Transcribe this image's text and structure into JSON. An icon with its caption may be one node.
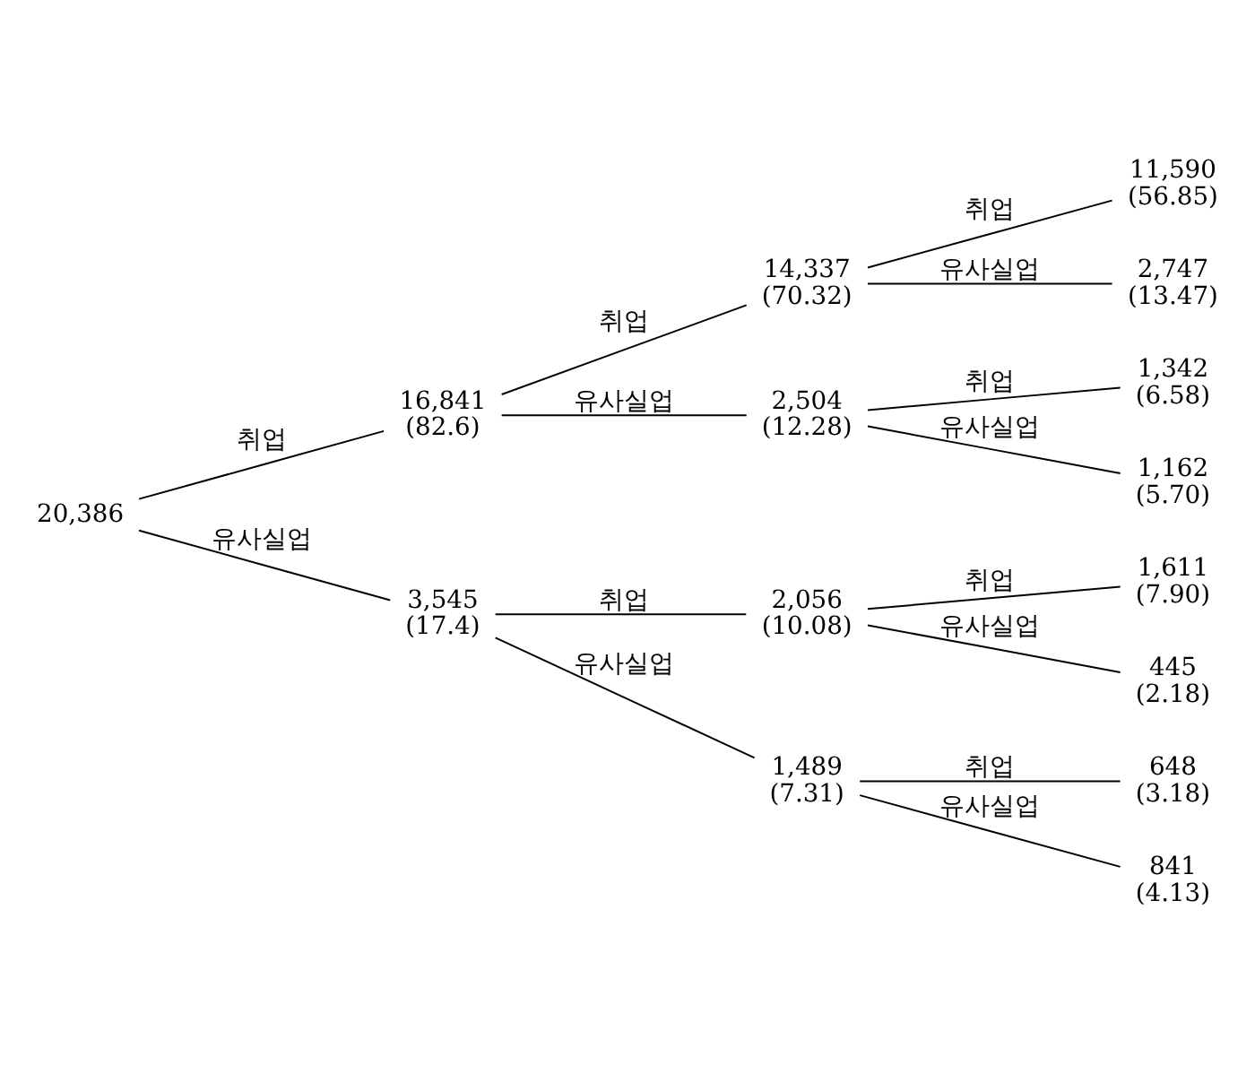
{
  "diagram": {
    "nodes": [
      {
        "text": [
          "20,386"
        ]
      },
      {
        "text": [
          "16,841",
          "(82.6)"
        ]
      },
      {
        "text": [
          "3,545",
          "(17.4)"
        ]
      },
      {
        "text": [
          "14,337",
          "(70.32)"
        ]
      },
      {
        "text": [
          "2,504",
          "(12.28)"
        ]
      },
      {
        "text": [
          "2,056",
          "(10.08)"
        ]
      },
      {
        "text": [
          "1,489",
          "(7.31)"
        ]
      },
      {
        "text": [
          "11,590",
          "(56.85)"
        ]
      },
      {
        "text": [
          "2,747",
          "(13.47)"
        ]
      },
      {
        "text": [
          "1,342",
          "(6.58)"
        ]
      },
      {
        "text": [
          "1,162",
          "(5.70)"
        ]
      },
      {
        "text": [
          "1,611",
          "(7.90)"
        ]
      },
      {
        "text": [
          "445",
          "(2.18)"
        ]
      },
      {
        "text": [
          "648",
          "(3.18)"
        ]
      },
      {
        "text": [
          "841",
          "(4.13)"
        ]
      }
    ],
    "edges": [
      {
        "from": 0,
        "to": 1,
        "arrow": "none",
        "label": "취업"
      },
      {
        "from": 0,
        "to": 2,
        "arrow": "none",
        "label": "유사실업"
      },
      {
        "from": 1,
        "to": 3,
        "arrow": "none",
        "label": "취업"
      },
      {
        "from": 1,
        "to": 4,
        "arrow": "none",
        "label": "유사실업"
      },
      {
        "from": 2,
        "to": 5,
        "arrow": "none",
        "label": "취업"
      },
      {
        "from": 2,
        "to": 6,
        "arrow": "none",
        "label": "유사실업"
      },
      {
        "from": 3,
        "to": 7,
        "arrow": "none",
        "label": "취업"
      },
      {
        "from": 3,
        "to": 8,
        "arrow": "none",
        "label": "유사실업"
      },
      {
        "from": 4,
        "to": 9,
        "arrow": "none",
        "label": "취업"
      },
      {
        "from": 4,
        "to": 10,
        "arrow": "none",
        "label": "유사실업"
      },
      {
        "from": 5,
        "to": 11,
        "arrow": "none",
        "label": "취업"
      },
      {
        "from": 5,
        "to": 12,
        "arrow": "none",
        "label": "유사실업"
      },
      {
        "from": 6,
        "to": 13,
        "arrow": "none",
        "label": "취업"
      },
      {
        "from": 6,
        "to": 14,
        "arrow": "none",
        "label": "유사실업"
      }
    ]
  }
}
